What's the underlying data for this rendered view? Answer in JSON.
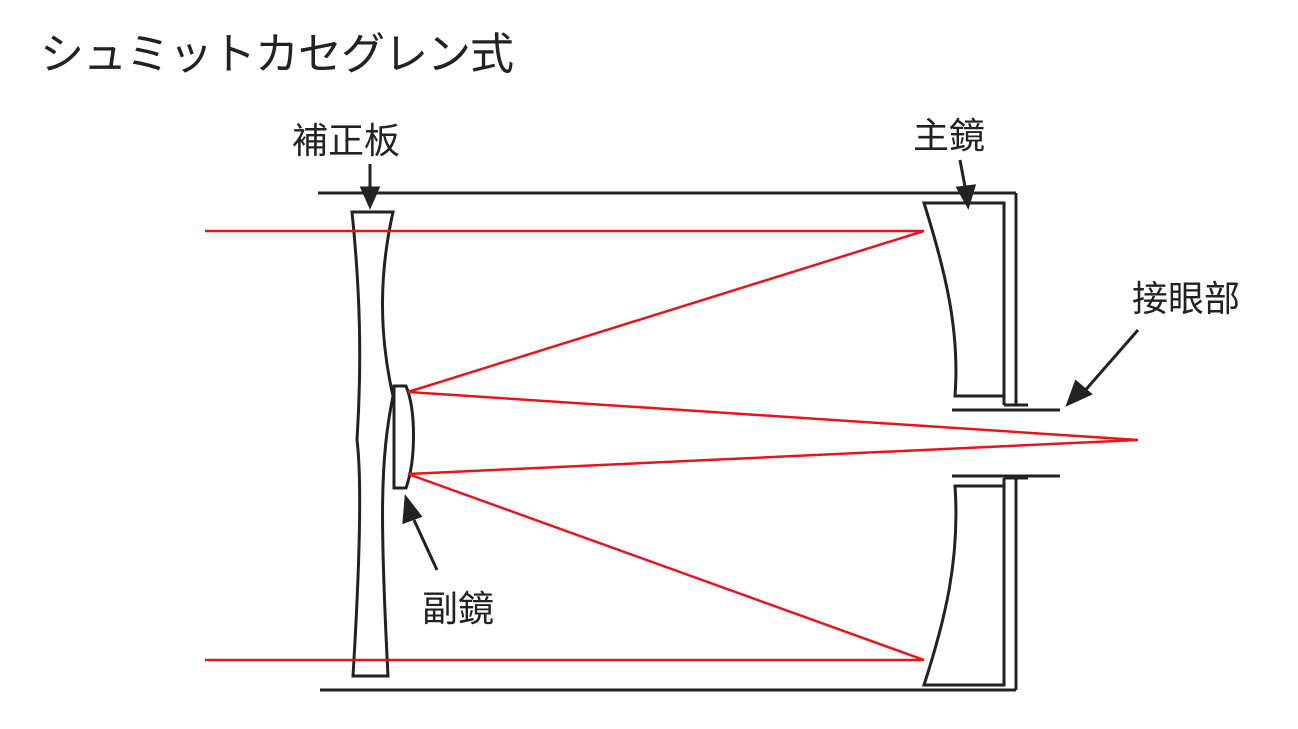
{
  "title": "シュミットカセグレン式",
  "labels": {
    "corrector_plate": "補正板",
    "primary_mirror": "主鏡",
    "eyepiece": "接眼部",
    "secondary_mirror": "副鏡"
  },
  "colors": {
    "light_ray": "#e8141c",
    "outline": "#222222",
    "background": "#ffffff"
  }
}
